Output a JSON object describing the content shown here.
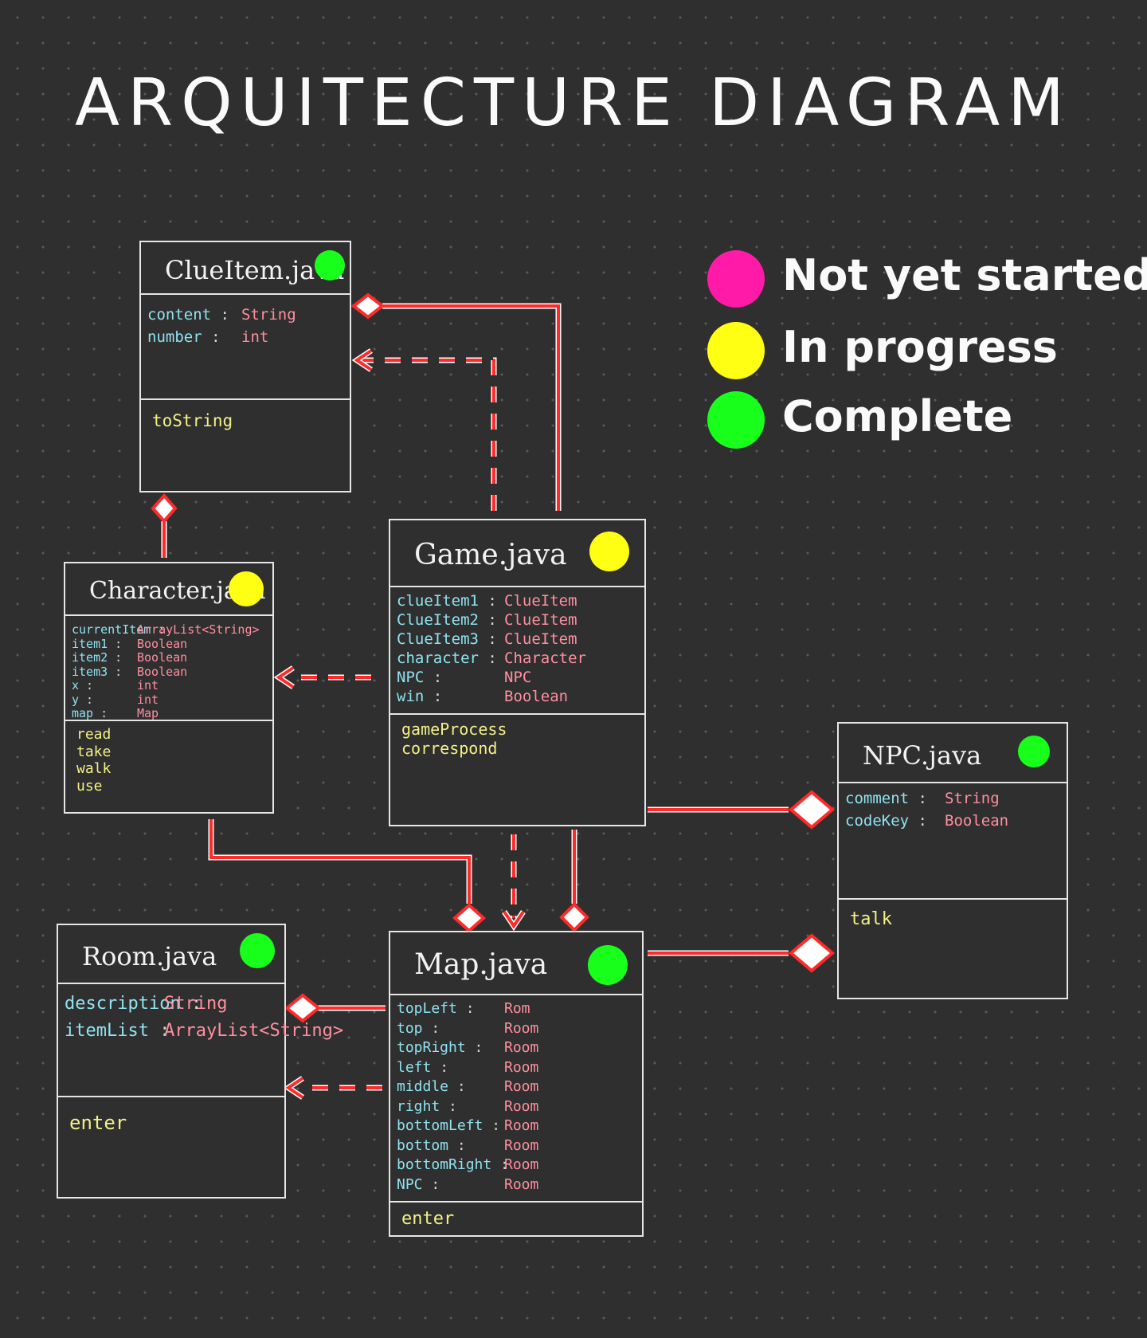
{
  "title": "ARQUITECTURE DIAGRAM",
  "colors": {
    "not_started": "#ff1aa8",
    "in_progress": "#ffff14",
    "complete": "#19ff1c",
    "connector": "#ff2a2a",
    "attr_name": "#8fe3ef",
    "attr_type": "#ff8f9f",
    "method": "#f4f088"
  },
  "legend": [
    {
      "label": "Not yet started",
      "status": "not_started"
    },
    {
      "label": "In progress",
      "status": "in_progress"
    },
    {
      "label": "Complete",
      "status": "complete"
    }
  ],
  "classes": {
    "clueitem": {
      "name": "ClueItem.java",
      "status": "complete",
      "attributes": [
        {
          "name": "content",
          "type": "String"
        },
        {
          "name": "number",
          "type": "int"
        }
      ],
      "methods": [
        "toString"
      ]
    },
    "character": {
      "name": "Character.java",
      "status": "in_progress",
      "attributes": [
        {
          "name": "currentItem",
          "type": "ArrayList<String>"
        },
        {
          "name": "item1",
          "type": "Boolean"
        },
        {
          "name": "item2",
          "type": "Boolean"
        },
        {
          "name": "item3",
          "type": "Boolean"
        },
        {
          "name": "x",
          "type": "int"
        },
        {
          "name": "y",
          "type": "int"
        },
        {
          "name": "map",
          "type": "Map"
        }
      ],
      "methods": [
        "read",
        "take",
        "walk",
        "use"
      ]
    },
    "game": {
      "name": "Game.java",
      "status": "in_progress",
      "attributes": [
        {
          "name": "clueItem1",
          "type": "ClueItem"
        },
        {
          "name": "ClueItem2",
          "type": "ClueItem"
        },
        {
          "name": "ClueItem3",
          "type": "ClueItem"
        },
        {
          "name": "character",
          "type": "Character"
        },
        {
          "name": "NPC",
          "type": "NPC"
        },
        {
          "name": "win",
          "type": "Boolean"
        }
      ],
      "methods": [
        "gameProcess",
        "correspond"
      ]
    },
    "npc": {
      "name": "NPC.java",
      "status": "complete",
      "attributes": [
        {
          "name": "comment",
          "type": "String"
        },
        {
          "name": "codeKey",
          "type": "Boolean"
        }
      ],
      "methods": [
        "talk"
      ]
    },
    "room": {
      "name": "Room.java",
      "status": "complete",
      "attributes": [
        {
          "name": "description",
          "type": "String"
        },
        {
          "name": "itemList",
          "type": "ArrayList<String>"
        }
      ],
      "methods": [
        "enter"
      ]
    },
    "map": {
      "name": "Map.java",
      "status": "complete",
      "attributes": [
        {
          "name": "topLeft",
          "type": "Rom"
        },
        {
          "name": "top",
          "type": "Room"
        },
        {
          "name": "topRight",
          "type": "Room"
        },
        {
          "name": "left",
          "type": "Room"
        },
        {
          "name": "middle",
          "type": "Room"
        },
        {
          "name": "right",
          "type": "Room"
        },
        {
          "name": "bottomLeft",
          "type": "Room"
        },
        {
          "name": "bottom",
          "type": "Room"
        },
        {
          "name": "bottomRight",
          "type": "Room"
        },
        {
          "name": "NPC",
          "type": "Room"
        }
      ],
      "methods": [
        "enter"
      ]
    }
  }
}
